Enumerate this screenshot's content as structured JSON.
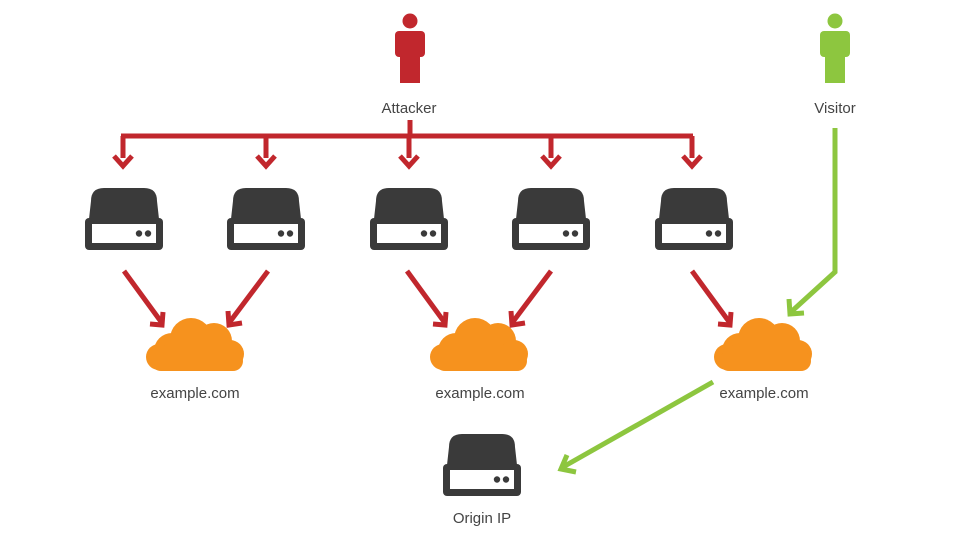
{
  "labels": {
    "attacker": "Attacker",
    "visitor": "Visitor",
    "origin": "Origin IP",
    "clouds": [
      "example.com",
      "example.com",
      "example.com"
    ]
  },
  "colors": {
    "attack": "#c1272d",
    "visitor": "#8dc63f",
    "server": "#3a3a3a",
    "cloud": "#f6921e",
    "text": "#444444"
  },
  "icons": {
    "person": "person-icon",
    "server": "server-icon",
    "cloud": "cloud-icon"
  }
}
